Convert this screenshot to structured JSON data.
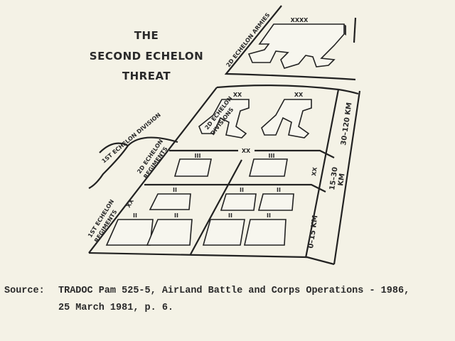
{
  "title": {
    "line1": "THE",
    "line2": "SECOND ECHELON",
    "line3": "THREAT"
  },
  "labels": {
    "armies": "2D ECHELON ARMIES",
    "divisions_1": "2D ECHELON",
    "divisions_2": "DIVISIONS",
    "first_division": "1ST ECHELON DIVISION",
    "regiments2_1": "2D ECHELON",
    "regiments2_2": "REGIMENTS",
    "regiments1_1": "1ST ECHELON",
    "regiments1_2": "REGIMENTS"
  },
  "symbols": {
    "army": "XXXX",
    "division": "XX",
    "regiment": "III",
    "battalion": "II"
  },
  "distances": {
    "far": "30–120 KM",
    "mid": "15–30",
    "mid_unit": "KM",
    "near": "0–15 KM"
  },
  "source": {
    "label": "Source:",
    "line1": "TRADOC Pam 525-5, AirLand Battle and Corps Operations - 1986,",
    "line2": "25 March 1981, p. 6."
  }
}
